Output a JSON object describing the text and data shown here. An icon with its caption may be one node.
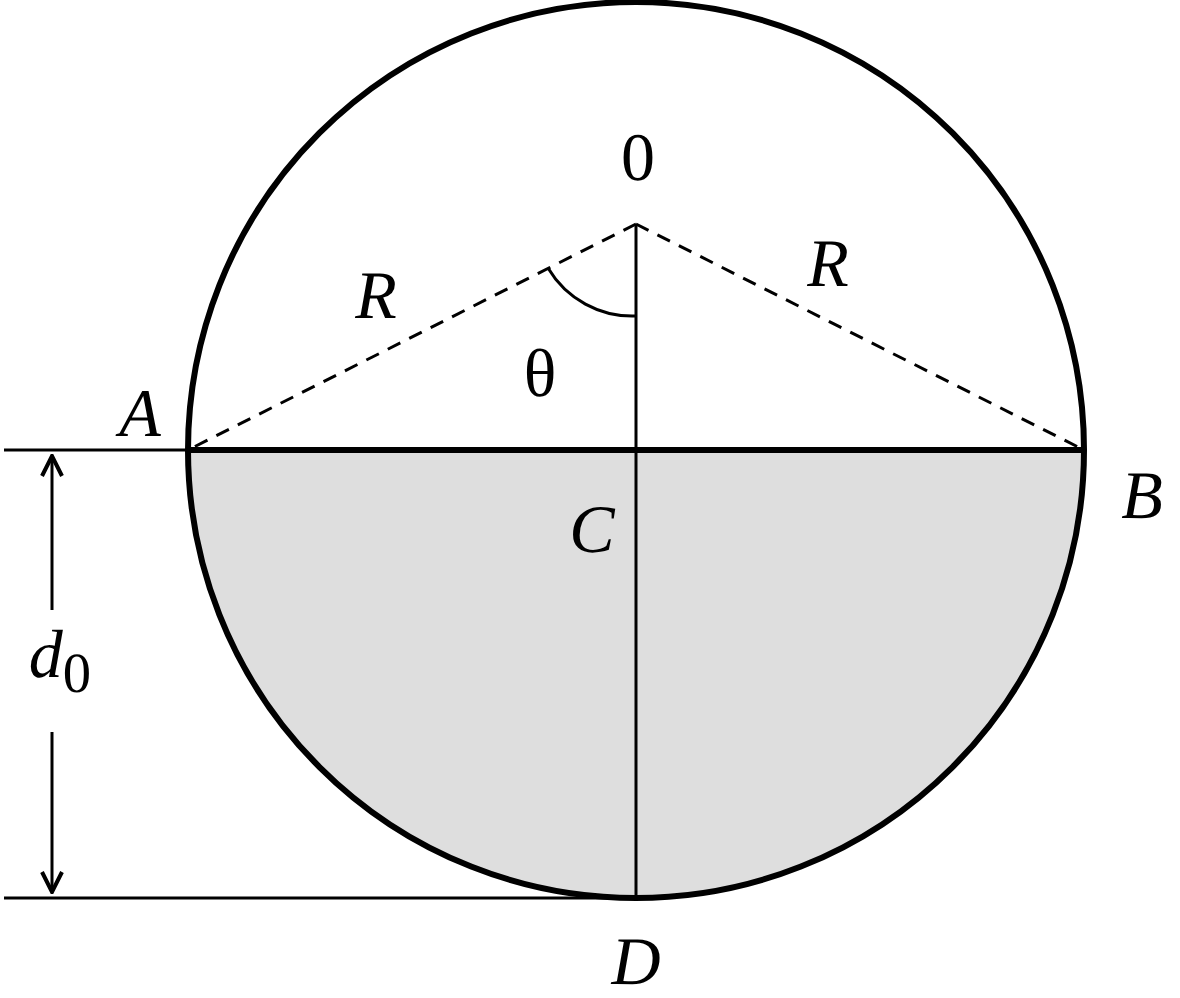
{
  "diagram": {
    "labels": [
      "0",
      "R",
      "R",
      "θ",
      "A",
      "B",
      "C",
      "d$_{0}$",
      "D"
    ]
  }
}
